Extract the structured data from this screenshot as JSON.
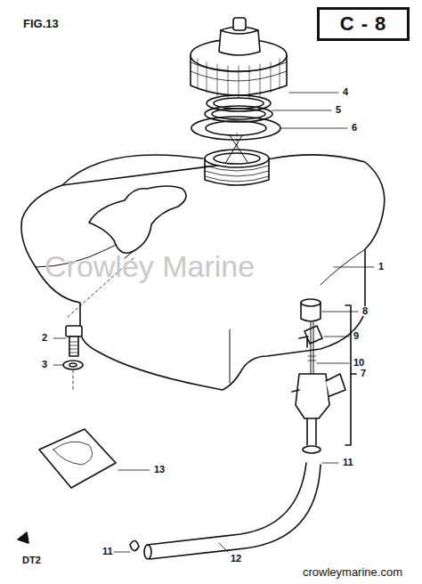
{
  "diagram": {
    "title": "FIG.13",
    "nodes": [
      {
        "text": [
          "C - 8"
        ]
      }
    ],
    "edges": [],
    "labels": [
      "4",
      "5",
      "6",
      "1",
      "2",
      "3",
      "8",
      "9",
      "10",
      "7",
      "11",
      "13",
      "11",
      "12",
      "DT2",
      "Crowley Marine",
      "crowleymarine.com"
    ]
  }
}
